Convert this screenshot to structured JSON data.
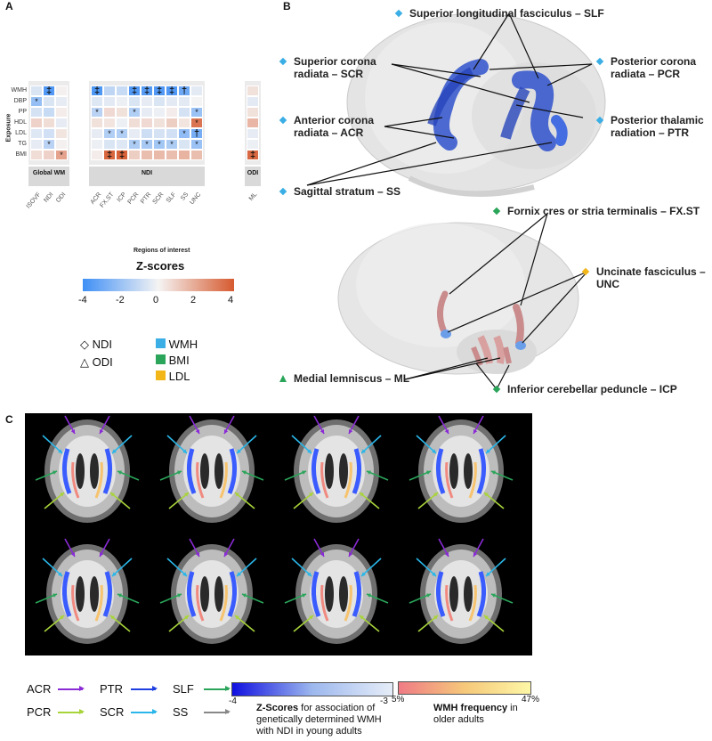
{
  "panel_a": {
    "letter": "A",
    "rows": [
      "WMH",
      "DBP",
      "PP",
      "HDL",
      "LDL",
      "TG",
      "BMI"
    ],
    "groups": [
      {
        "label": "Global WM",
        "columns": [
          "ISOVF",
          "NDI",
          "ODI"
        ]
      },
      {
        "label": "NDI",
        "columns": [
          "ACR",
          "FX.ST",
          "ICP",
          "PCR",
          "PTR",
          "SCR",
          "SLF",
          "SS",
          "UNC"
        ]
      },
      {
        "label": "ODI",
        "columns": [
          "ML"
        ]
      }
    ],
    "y_title": "Exposure",
    "x_title": "Regions of interest",
    "z_values": [
      [
        -0.6,
        -3.6,
        0.1,
        -3.7,
        -1.2,
        -1.0,
        -3.6,
        -3.5,
        -3.6,
        -3.6,
        -3.0,
        -0.4,
        0.5
      ],
      [
        -2.1,
        -0.6,
        -0.3,
        -0.5,
        -0.4,
        -0.2,
        -0.6,
        -0.3,
        -0.6,
        -0.4,
        -0.4,
        0.0,
        -0.4
      ],
      [
        -0.7,
        -1.0,
        0.2,
        -1.3,
        0.7,
        0.5,
        -1.5,
        -0.3,
        -0.2,
        0.2,
        -0.7,
        -2.0,
        0.5
      ],
      [
        0.9,
        0.6,
        -0.3,
        0.5,
        0.4,
        -0.2,
        0.6,
        0.7,
        0.5,
        1.0,
        0.4,
        3.3,
        1.6
      ],
      [
        -0.5,
        -0.8,
        0.4,
        -0.3,
        -1.5,
        -1.5,
        -0.3,
        -0.9,
        -0.7,
        -0.8,
        -2.2,
        -2.8,
        -0.3
      ],
      [
        -0.3,
        -1.3,
        0.1,
        -0.2,
        -0.6,
        -0.5,
        -1.6,
        -1.7,
        -1.8,
        -1.6,
        -0.6,
        -2.0,
        -0.2
      ],
      [
        0.6,
        0.9,
        2.1,
        0.2,
        3.7,
        3.8,
        1.0,
        1.4,
        1.5,
        1.4,
        1.7,
        1.4,
        3.6
      ]
    ],
    "annotations": [
      [
        "",
        "‡",
        "",
        "‡",
        "",
        "",
        "‡",
        "‡",
        "‡",
        "‡",
        "†",
        "",
        ""
      ],
      [
        "*",
        "",
        "",
        "",
        "",
        "",
        "",
        "",
        "",
        "",
        "",
        "",
        ""
      ],
      [
        "",
        "",
        "",
        "*",
        "",
        "",
        "*",
        "",
        "",
        "",
        "",
        "*",
        ""
      ],
      [
        "",
        "",
        "",
        "",
        "",
        "",
        "",
        "",
        "",
        "",
        "",
        "*",
        ""
      ],
      [
        "",
        "",
        "",
        "",
        "*",
        "*",
        "",
        "",
        "",
        "",
        "*",
        "†",
        ""
      ],
      [
        "",
        "*",
        "",
        "",
        "",
        "",
        "*",
        "*",
        "*",
        "*",
        "",
        "*",
        ""
      ],
      [
        "",
        "",
        "*",
        "",
        "‡",
        "‡",
        "",
        "",
        "",
        "",
        "",
        "",
        "‡"
      ]
    ]
  },
  "zscore_legend": {
    "title": "Z-scores",
    "ticks": [
      "-4",
      "-2",
      "0",
      "2",
      "4"
    ],
    "color_min": "#3f8ff5",
    "color_mid": "#f5f4f4",
    "color_max": "#d65a2f"
  },
  "shape_legend": {
    "shapes": [
      {
        "symbol": "◇",
        "label": "NDI"
      },
      {
        "symbol": "△",
        "label": "ODI"
      }
    ],
    "colors": [
      {
        "color": "#3aaee5",
        "label": "WMH"
      },
      {
        "color": "#2aa55a",
        "label": "BMI"
      },
      {
        "color": "#f2b619",
        "label": "LDL"
      }
    ]
  },
  "panel_b": {
    "letter": "B",
    "labels": [
      {
        "line1": "Superior longitudinal fasciculus – SLF",
        "line2": "",
        "marker": "diamond",
        "color": "#3aaee5"
      },
      {
        "line1": "Superior corona",
        "line2": "radiata – SCR",
        "marker": "diamond",
        "color": "#3aaee5"
      },
      {
        "line1": "Posterior corona",
        "line2": "radiata – PCR",
        "marker": "diamond",
        "color": "#3aaee5"
      },
      {
        "line1": "Anterior corona",
        "line2": "radiata – ACR",
        "marker": "diamond",
        "color": "#3aaee5"
      },
      {
        "line1": "Posterior thalamic",
        "line2": "radiation – PTR",
        "marker": "diamond",
        "color": "#3aaee5"
      },
      {
        "line1": "Sagittal stratum – SS",
        "line2": "",
        "marker": "diamond",
        "color": "#3aaee5"
      },
      {
        "line1": "Fornix cres or stria terminalis – FX.ST",
        "line2": "",
        "marker": "diamond",
        "color": "#2aa55a"
      },
      {
        "line1": "Uncinate fasciculus –",
        "line2": "UNC",
        "marker": "diamond",
        "color": "#f2b619"
      },
      {
        "line1": "Medial lemniscus – ML",
        "line2": "",
        "marker": "triangle",
        "color": "#2aa55a"
      },
      {
        "line1": "Inferior cerebellar peduncle – ICP",
        "line2": "",
        "marker": "diamond",
        "color": "#2aa55a"
      }
    ]
  },
  "panel_c": {
    "letter": "C",
    "arrow_legend": [
      {
        "label": "ACR",
        "color": "#8a2bd6"
      },
      {
        "label": "PTR",
        "color": "#1f3fe0"
      },
      {
        "label": "SLF",
        "color": "#2aa55a"
      },
      {
        "label": "PCR",
        "color": "#a8d43a"
      },
      {
        "label": "SCR",
        "color": "#2ab6e8"
      },
      {
        "label": "SS",
        "color": "#888888"
      }
    ],
    "zbar": {
      "min": "-4",
      "max": "-3",
      "caption_bold": "Z-Scores",
      "caption_rest": " for association of genetically determined WMH with NDI in young adults"
    },
    "wmhbar": {
      "min": "5%",
      "max": "47%",
      "caption_bold": "WMH frequency",
      "caption_rest": " in older adults"
    }
  }
}
